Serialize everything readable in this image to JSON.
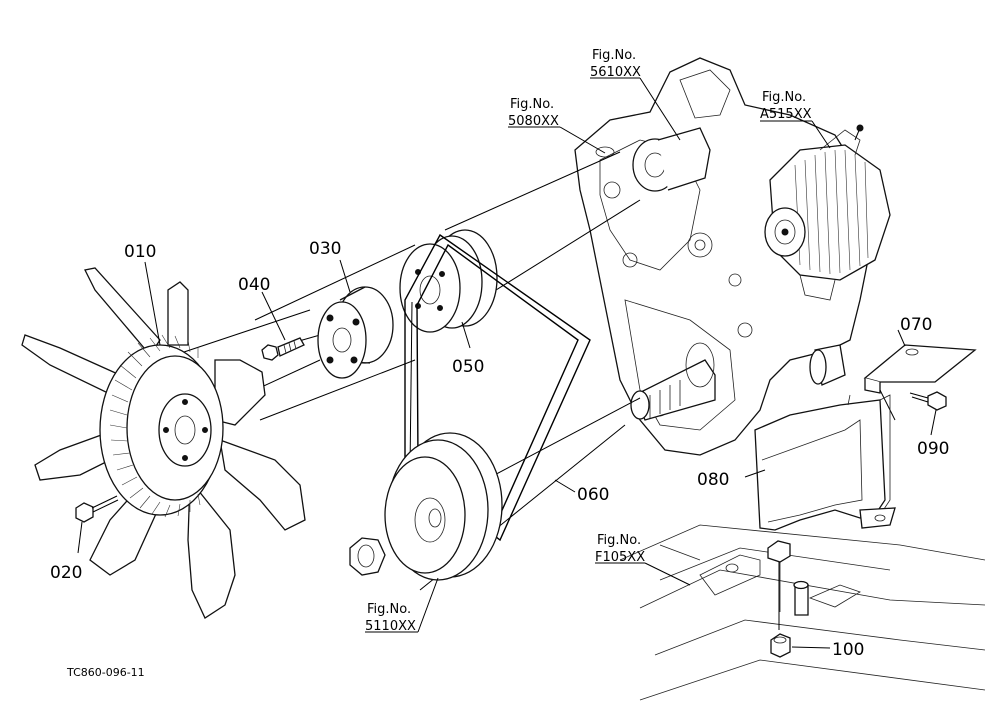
{
  "callouts": {
    "p010": "010",
    "p020": "020",
    "p030": "030",
    "p040": "040",
    "p050": "050",
    "p060": "060",
    "p070": "070",
    "p080": "080",
    "p090": "090",
    "p100": "100"
  },
  "figure_refs": {
    "ref_5610": {
      "label": "Fig.No.",
      "code": "5610XX"
    },
    "ref_5080": {
      "label": "Fig.No.",
      "code": "5080XX"
    },
    "ref_a515": {
      "label": "Fig.No.",
      "code": "A515XX"
    },
    "ref_f105": {
      "label": "Fig.No.",
      "code": "F105XX"
    },
    "ref_5110": {
      "label": "Fig.No.",
      "code": "5110XX"
    }
  },
  "footer": {
    "drawing_code": "TC860-096-11"
  }
}
